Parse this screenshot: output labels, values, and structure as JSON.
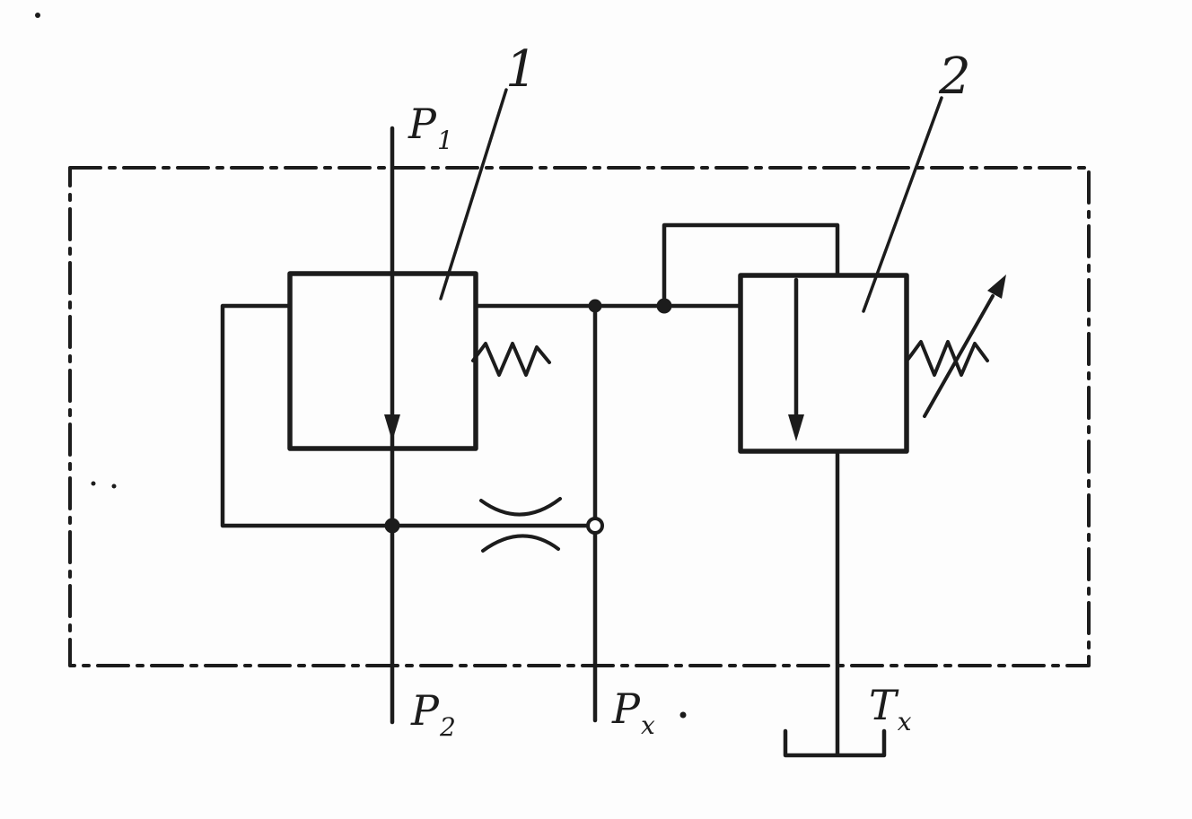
{
  "colors": {
    "ink": "#1c1c1c",
    "paper": "#fdfdfd"
  },
  "callouts": {
    "valve1": "1",
    "valve2": "2"
  },
  "ports": {
    "p1": {
      "main": "P",
      "sub": "1"
    },
    "p2": {
      "main": "P",
      "sub": "2"
    },
    "px": {
      "main": "P",
      "sub": "x"
    },
    "tx": {
      "main": "T",
      "sub": "x"
    }
  }
}
